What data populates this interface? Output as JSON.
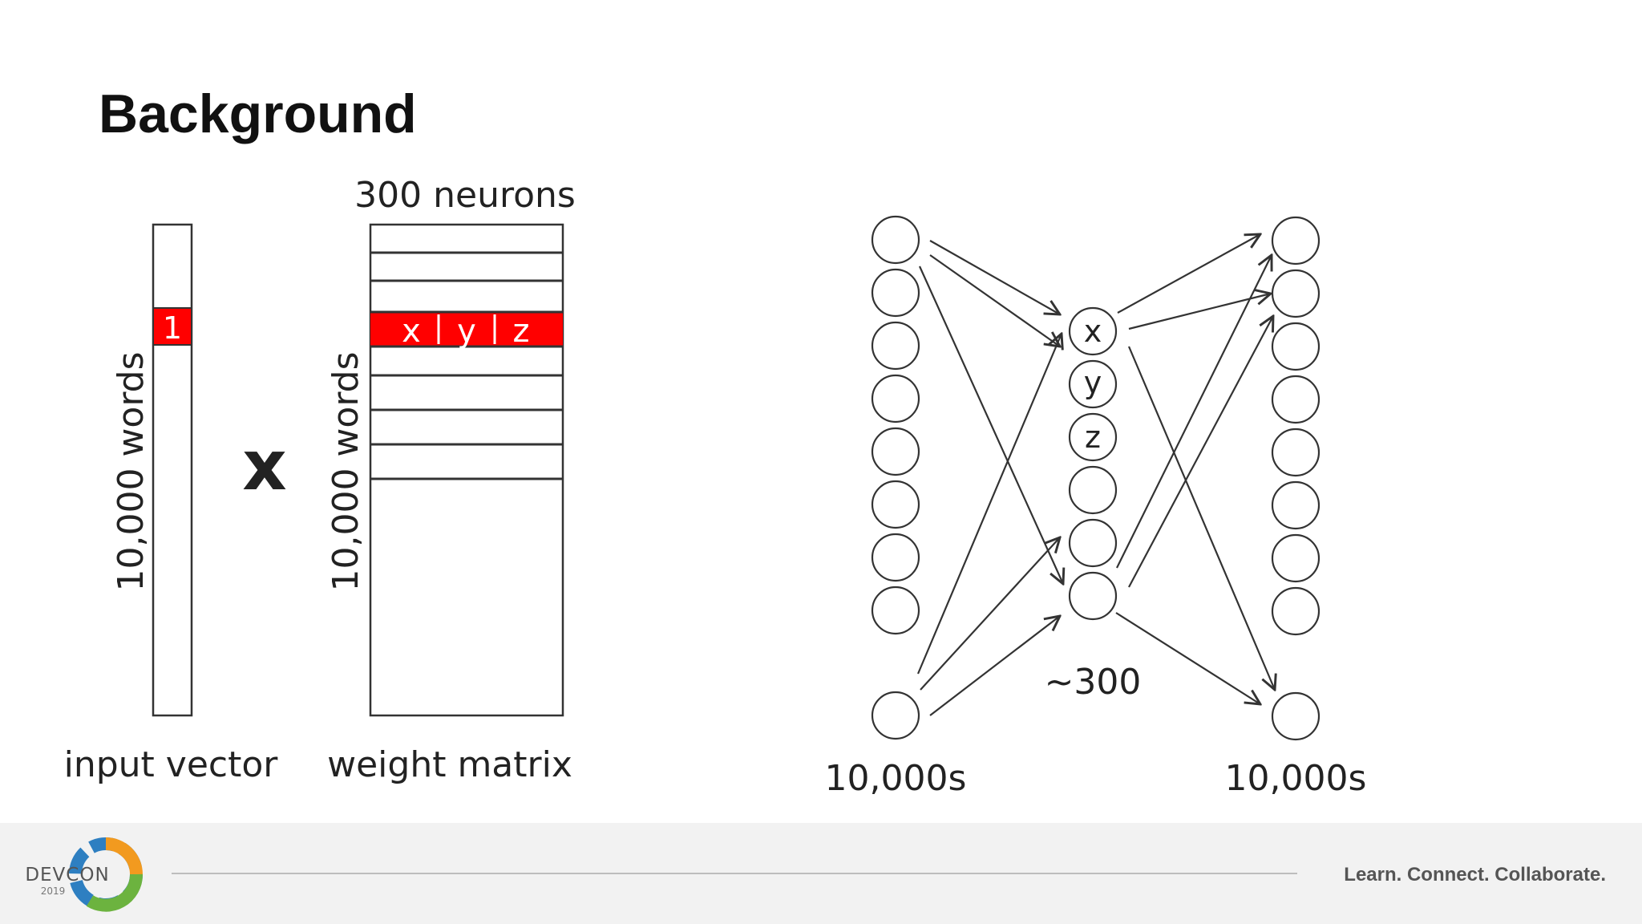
{
  "slide": {
    "title": "Background",
    "matrix": {
      "input_cell": "1",
      "multiply_sign": "x",
      "row_values": [
        "x",
        "y",
        "z"
      ],
      "neurons_label": "300 neurons",
      "words_label": "10,000 words",
      "input_vector_label": "input vector",
      "weight_matrix_label": "weight matrix"
    },
    "network": {
      "hidden_nodes": [
        "x",
        "y",
        "z",
        "",
        "",
        ""
      ],
      "input_count_label": "10,000s",
      "hidden_count_label": "~300",
      "output_count_label": "10,000s"
    },
    "colors": {
      "highlight": "#ff0000",
      "line": "#333333",
      "text": "#222222"
    }
  },
  "footer": {
    "logo": {
      "name": "DEVCON",
      "year": "2019"
    },
    "tagline": "Learn. Connect. Collaborate."
  }
}
